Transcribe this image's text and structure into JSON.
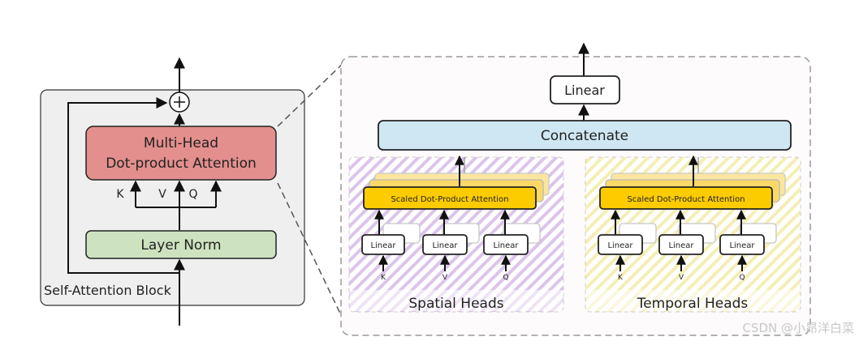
{
  "block": {
    "label": "Self-Attention Block",
    "mha_line1": "Multi-Head",
    "mha_line2": "Dot-product Attention",
    "layer_norm": "Layer Norm",
    "k": "K",
    "v": "V",
    "q": "Q"
  },
  "detail": {
    "linear_top": "Linear",
    "concatenate": "Concatenate",
    "spatial": {
      "title": "Spatial Heads",
      "attention": "Scaled Dot-Product Attention",
      "linear": "Linear",
      "inputs": [
        "K",
        "V",
        "Q"
      ]
    },
    "temporal": {
      "title": "Temporal Heads",
      "attention": "Scaled Dot-Product Attention",
      "linear": "Linear",
      "inputs": [
        "K",
        "V",
        "Q"
      ]
    }
  },
  "watermark": "CSDN @小昂洋白菜",
  "colors": {
    "mha": "#e38f8d",
    "layer_norm": "#cde3bf",
    "concatenate": "#cfe7f3",
    "attention": "#fccb00",
    "spatial_hatch": "#d5b8e6",
    "temporal_hatch": "#f3eaa4"
  }
}
